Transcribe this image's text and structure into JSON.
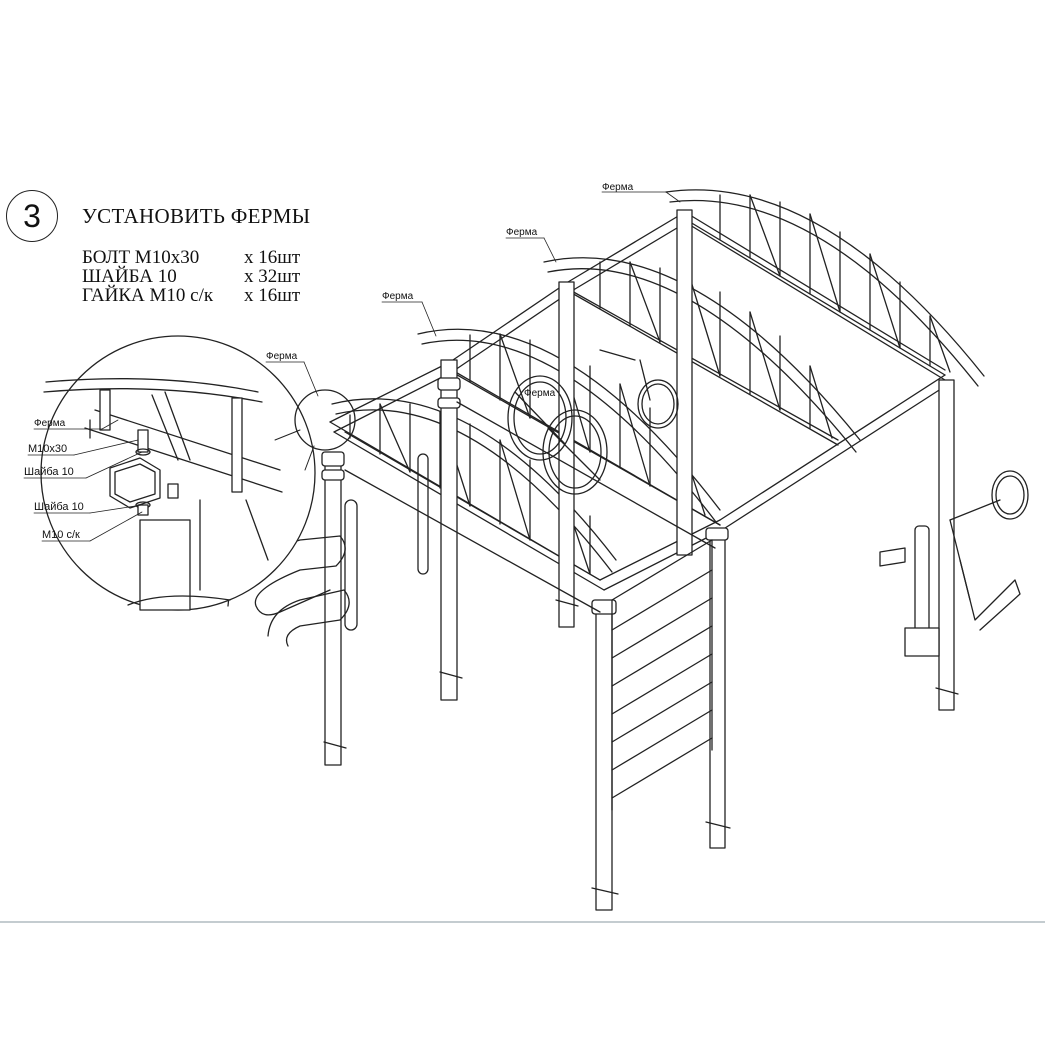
{
  "step": {
    "number": "3",
    "title": "УСТАНОВИТЬ ФЕРМЫ"
  },
  "parts": [
    {
      "name": "БОЛТ М10х30",
      "qty": "х 16шт"
    },
    {
      "name": "ШАЙБА 10",
      "qty": "х 32шт"
    },
    {
      "name": "ГАЙКА М10 с/к",
      "qty": "х 16шт"
    }
  ],
  "labels": {
    "truss": "Ферма",
    "bolt": "М10х30",
    "washer": "Шайба 10",
    "nut": "М10 с/к"
  },
  "colors": {
    "line": "#222222",
    "background": "#ffffff"
  }
}
